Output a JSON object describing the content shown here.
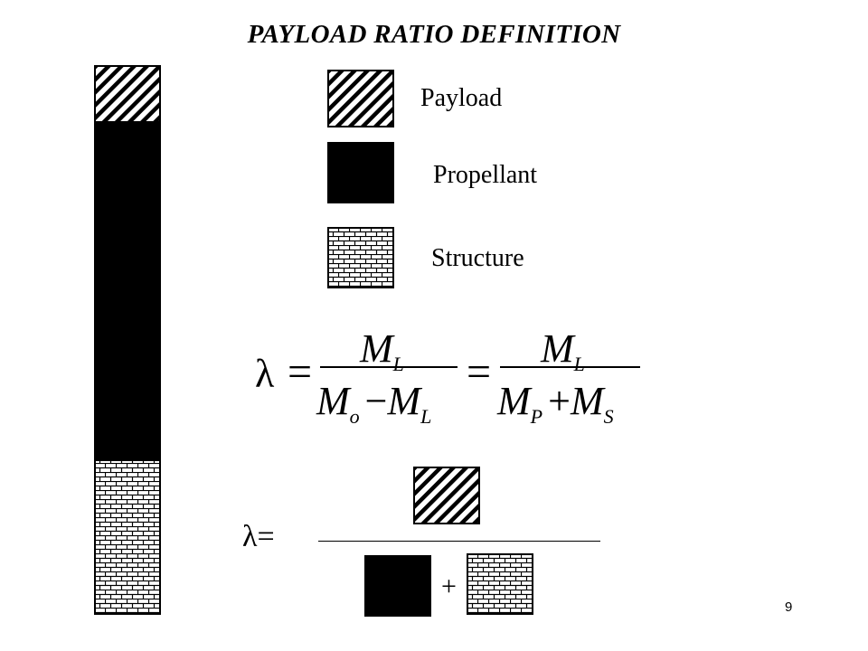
{
  "title": "PAYLOAD RATIO DEFINITION",
  "legend": {
    "payload": "Payload",
    "propellant": "Propellant",
    "structure": "Structure"
  },
  "equation": {
    "lambda": "λ",
    "equals": "=",
    "minus": "−",
    "plus": "+",
    "M": "M",
    "sub_L": "L",
    "sub_o": "o",
    "sub_P": "P",
    "sub_S": "S"
  },
  "pictorial": {
    "lambda_equals": "λ=",
    "plus": "+"
  },
  "page_number": "9"
}
